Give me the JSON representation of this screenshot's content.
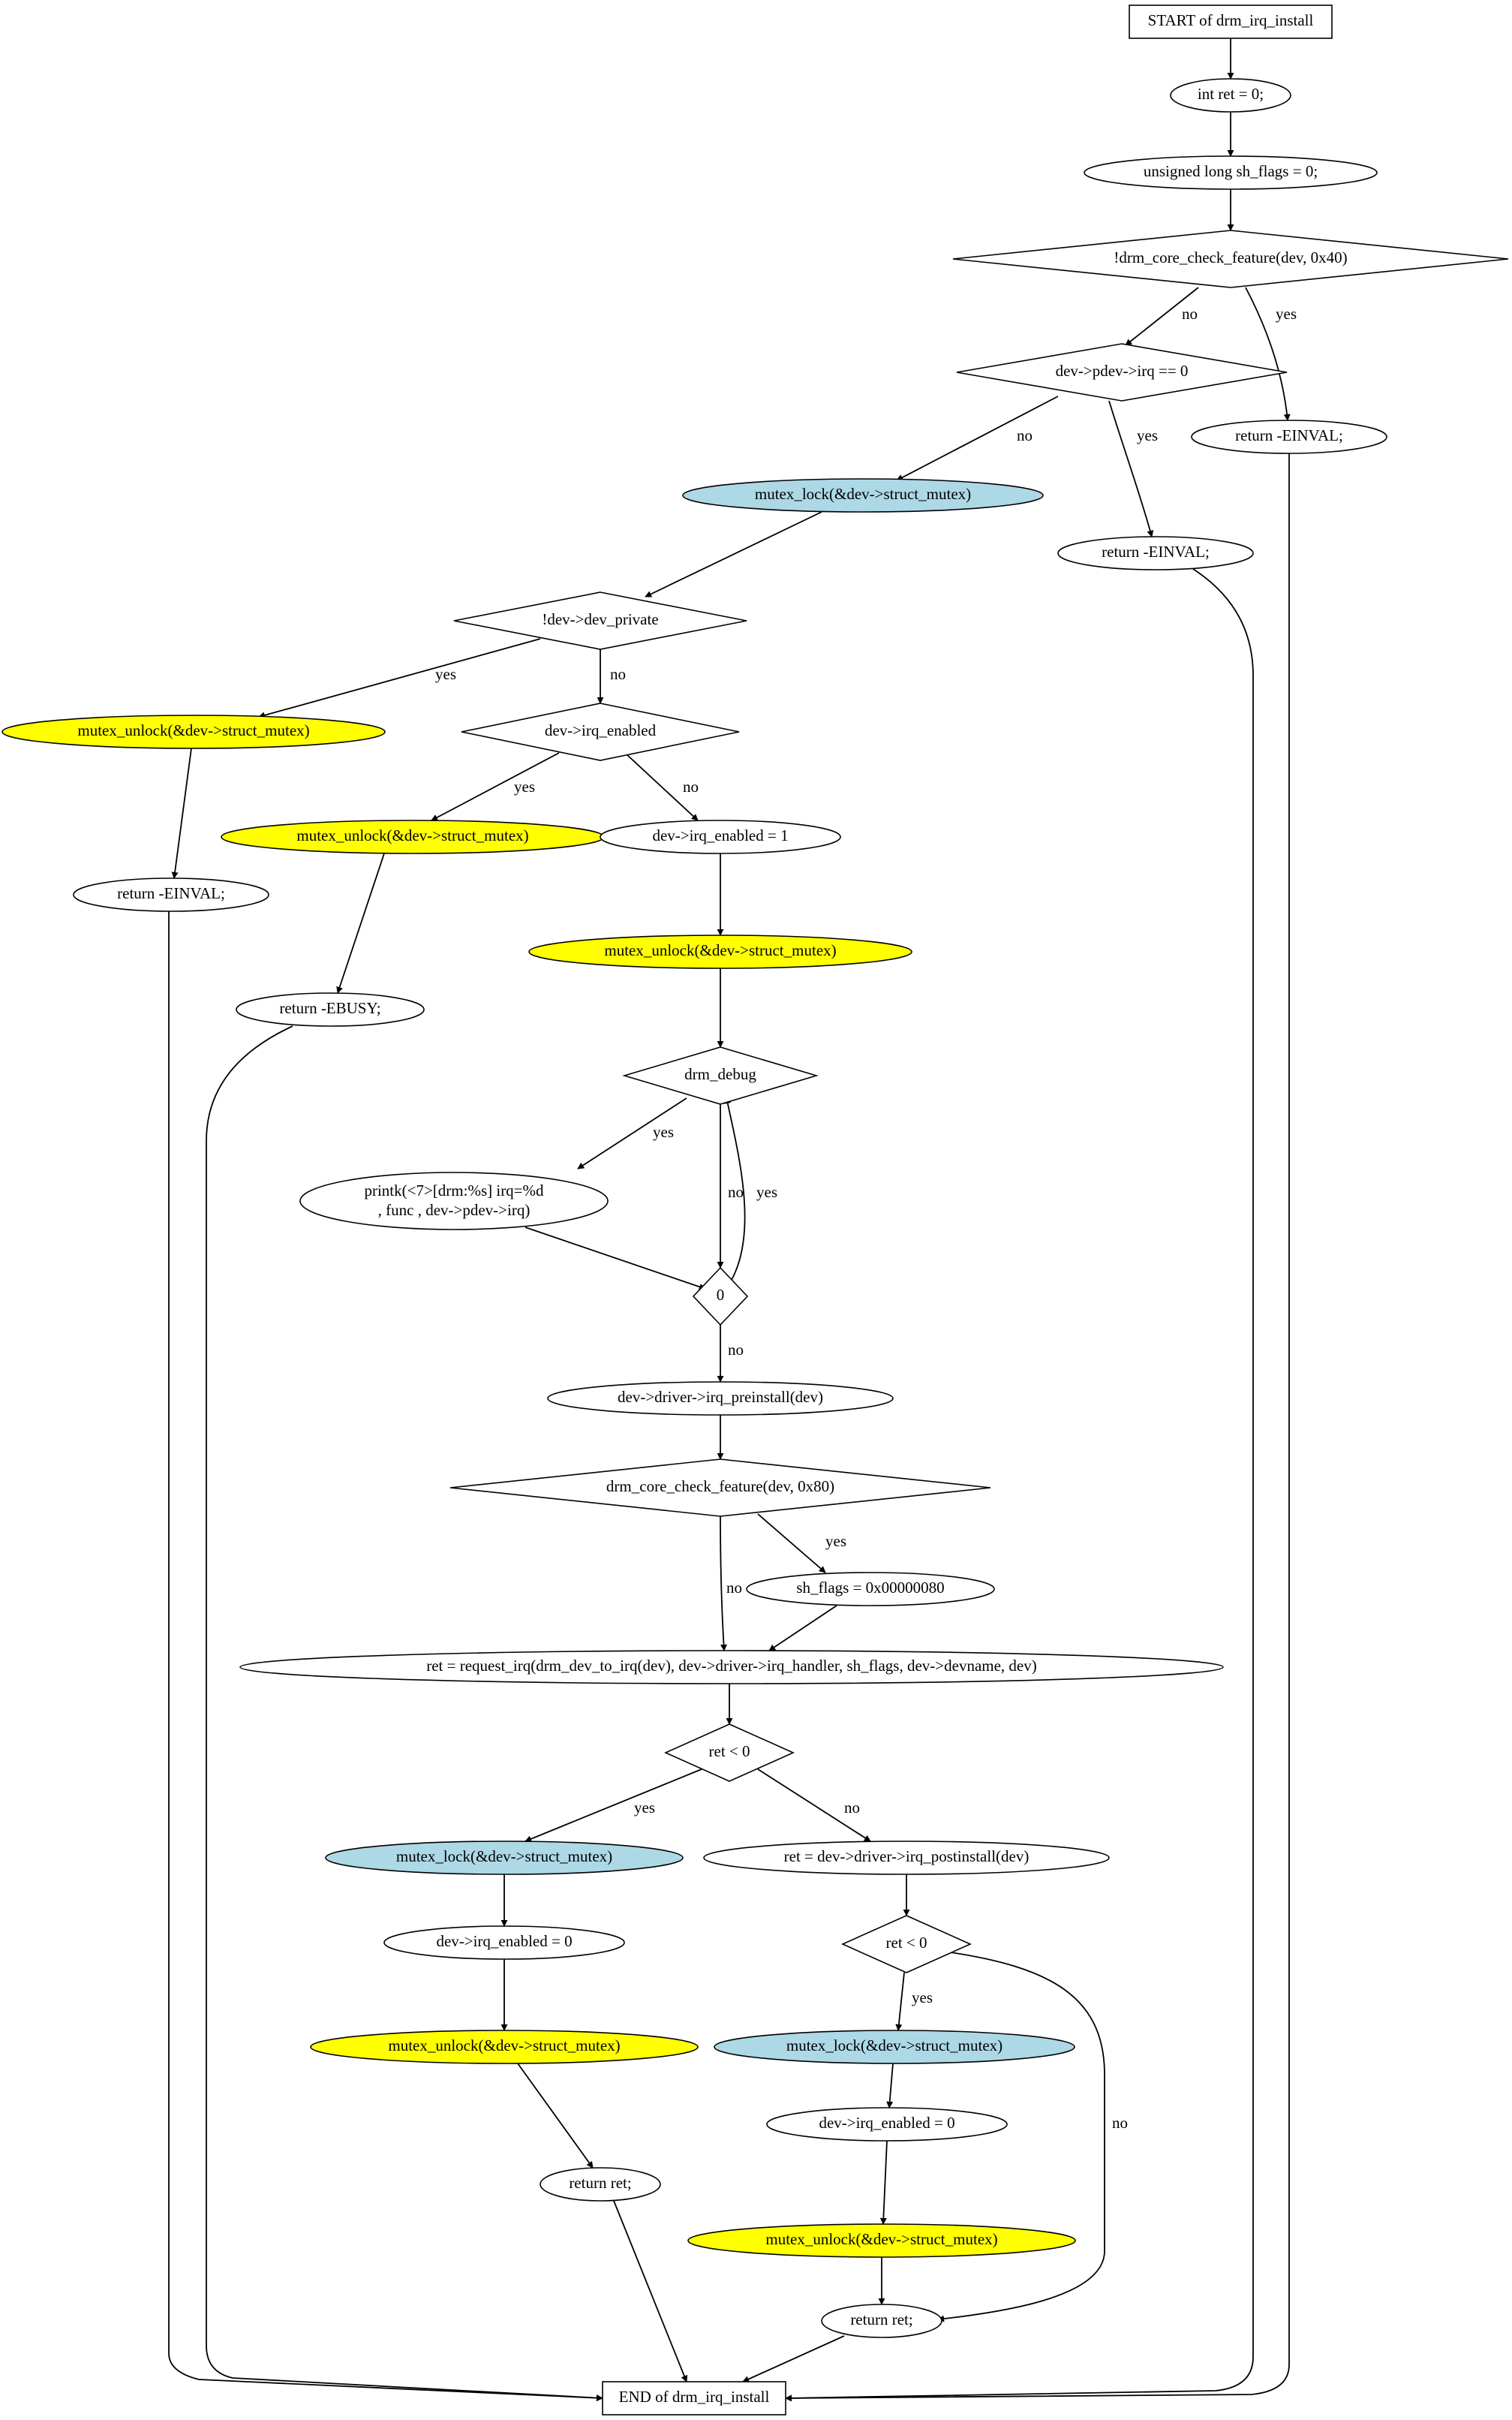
{
  "colors": {
    "lock": "#add8e6",
    "unlock": "#ffff00",
    "plain": "#ffffff",
    "line": "#000000"
  },
  "nodes": [
    {
      "id": "start",
      "shape": "box",
      "fill": "plain",
      "label": "START of drm_irq_install"
    },
    {
      "id": "ret0",
      "shape": "ellipse",
      "fill": "plain",
      "label": "int ret = 0;"
    },
    {
      "id": "shflags0",
      "shape": "ellipse",
      "fill": "plain",
      "label": "unsigned long sh_flags = 0;"
    },
    {
      "id": "chk40",
      "shape": "diamond",
      "fill": "plain",
      "label": "!drm_core_check_feature(dev, 0x40)"
    },
    {
      "id": "pdevirq",
      "shape": "diamond",
      "fill": "plain",
      "label": "dev->pdev->irq == 0"
    },
    {
      "id": "einval1",
      "shape": "ellipse",
      "fill": "plain",
      "label": "return -EINVAL;"
    },
    {
      "id": "lock1",
      "shape": "ellipse",
      "fill": "lock",
      "label": "mutex_lock(&dev->struct_mutex)"
    },
    {
      "id": "einval2",
      "shape": "ellipse",
      "fill": "plain",
      "label": "return -EINVAL;"
    },
    {
      "id": "devpriv",
      "shape": "diamond",
      "fill": "plain",
      "label": "!dev->dev_private"
    },
    {
      "id": "unlock1",
      "shape": "ellipse",
      "fill": "unlock",
      "label": "mutex_unlock(&dev->struct_mutex)"
    },
    {
      "id": "irqen",
      "shape": "diamond",
      "fill": "plain",
      "label": "dev->irq_enabled"
    },
    {
      "id": "einval3",
      "shape": "ellipse",
      "fill": "plain",
      "label": "return -EINVAL;"
    },
    {
      "id": "unlock2",
      "shape": "ellipse",
      "fill": "unlock",
      "label": "mutex_unlock(&dev->struct_mutex)"
    },
    {
      "id": "seten1",
      "shape": "ellipse",
      "fill": "plain",
      "label": "dev->irq_enabled = 1"
    },
    {
      "id": "ebusy",
      "shape": "ellipse",
      "fill": "plain",
      "label": "return -EBUSY;"
    },
    {
      "id": "unlock3",
      "shape": "ellipse",
      "fill": "unlock",
      "label": "mutex_unlock(&dev->struct_mutex)"
    },
    {
      "id": "drmdebug",
      "shape": "diamond",
      "fill": "plain",
      "label": "drm_debug"
    },
    {
      "id": "printk",
      "shape": "ellipse",
      "fill": "plain",
      "label": "printk(<7>[drm:%s] irq=%d",
      "label2": ",     func    , dev->pdev->irq)"
    },
    {
      "id": "zero",
      "shape": "diamond",
      "fill": "plain",
      "label": "0"
    },
    {
      "id": "preinst",
      "shape": "ellipse",
      "fill": "plain",
      "label": "dev->driver->irq_preinstall(dev)"
    },
    {
      "id": "chk80",
      "shape": "diamond",
      "fill": "plain",
      "label": "drm_core_check_feature(dev, 0x80)"
    },
    {
      "id": "shflags80",
      "shape": "ellipse",
      "fill": "plain",
      "label": "sh_flags = 0x00000080"
    },
    {
      "id": "reqirq",
      "shape": "ellipse",
      "fill": "plain",
      "label": "ret = request_irq(drm_dev_to_irq(dev), dev->driver->irq_handler, sh_flags, dev->devname, dev)"
    },
    {
      "id": "retlt1",
      "shape": "diamond",
      "fill": "plain",
      "label": "ret < 0"
    },
    {
      "id": "lock2",
      "shape": "ellipse",
      "fill": "lock",
      "label": "mutex_lock(&dev->struct_mutex)"
    },
    {
      "id": "postinst",
      "shape": "ellipse",
      "fill": "plain",
      "label": "ret = dev->driver->irq_postinstall(dev)"
    },
    {
      "id": "seten0a",
      "shape": "ellipse",
      "fill": "plain",
      "label": "dev->irq_enabled = 0"
    },
    {
      "id": "retlt2",
      "shape": "diamond",
      "fill": "plain",
      "label": "ret < 0"
    },
    {
      "id": "unlock4",
      "shape": "ellipse",
      "fill": "unlock",
      "label": "mutex_unlock(&dev->struct_mutex)"
    },
    {
      "id": "lock3",
      "shape": "ellipse",
      "fill": "lock",
      "label": "mutex_lock(&dev->struct_mutex)"
    },
    {
      "id": "retret1",
      "shape": "ellipse",
      "fill": "plain",
      "label": "return ret;"
    },
    {
      "id": "seten0b",
      "shape": "ellipse",
      "fill": "plain",
      "label": "dev->irq_enabled = 0"
    },
    {
      "id": "unlock5",
      "shape": "ellipse",
      "fill": "unlock",
      "label": "mutex_unlock(&dev->struct_mutex)"
    },
    {
      "id": "retret2",
      "shape": "ellipse",
      "fill": "plain",
      "label": "return ret;"
    },
    {
      "id": "end",
      "shape": "box",
      "fill": "plain",
      "label": "END of drm_irq_install"
    }
  ],
  "edges": [
    {
      "id": "e01",
      "from": "start",
      "to": "ret0",
      "label": ""
    },
    {
      "id": "e02",
      "from": "ret0",
      "to": "shflags0",
      "label": ""
    },
    {
      "id": "e03",
      "from": "shflags0",
      "to": "chk40",
      "label": ""
    },
    {
      "id": "e04",
      "from": "chk40",
      "to": "pdevirq",
      "label": "no"
    },
    {
      "id": "e05",
      "from": "chk40",
      "to": "einval1",
      "label": "yes"
    },
    {
      "id": "e06",
      "from": "pdevirq",
      "to": "lock1",
      "label": "no"
    },
    {
      "id": "e07",
      "from": "pdevirq",
      "to": "einval2",
      "label": "yes"
    },
    {
      "id": "e08",
      "from": "lock1",
      "to": "devpriv",
      "label": ""
    },
    {
      "id": "e09",
      "from": "devpriv",
      "to": "unlock1",
      "label": "yes"
    },
    {
      "id": "e10",
      "from": "devpriv",
      "to": "irqen",
      "label": "no"
    },
    {
      "id": "e11",
      "from": "unlock1",
      "to": "einval3",
      "label": ""
    },
    {
      "id": "e12",
      "from": "irqen",
      "to": "unlock2",
      "label": "yes"
    },
    {
      "id": "e13",
      "from": "irqen",
      "to": "seten1",
      "label": "no"
    },
    {
      "id": "e14",
      "from": "unlock2",
      "to": "ebusy",
      "label": ""
    },
    {
      "id": "e15",
      "from": "seten1",
      "to": "unlock3",
      "label": ""
    },
    {
      "id": "e16",
      "from": "unlock3",
      "to": "drmdebug",
      "label": ""
    },
    {
      "id": "e17",
      "from": "drmdebug",
      "to": "printk",
      "label": "yes"
    },
    {
      "id": "e18",
      "from": "drmdebug",
      "to": "zero",
      "label": "no"
    },
    {
      "id": "e19",
      "from": "printk",
      "to": "zero",
      "label": ""
    },
    {
      "id": "e20",
      "from": "zero",
      "to": "drmdebug",
      "label": "yes"
    },
    {
      "id": "e21",
      "from": "zero",
      "to": "preinst",
      "label": "no"
    },
    {
      "id": "e22",
      "from": "preinst",
      "to": "chk80",
      "label": ""
    },
    {
      "id": "e23",
      "from": "chk80",
      "to": "shflags80",
      "label": "yes"
    },
    {
      "id": "e24",
      "from": "chk80",
      "to": "reqirq",
      "label": "no"
    },
    {
      "id": "e25",
      "from": "shflags80",
      "to": "reqirq",
      "label": ""
    },
    {
      "id": "e26",
      "from": "reqirq",
      "to": "retlt1",
      "label": ""
    },
    {
      "id": "e27",
      "from": "retlt1",
      "to": "lock2",
      "label": "yes"
    },
    {
      "id": "e28",
      "from": "retlt1",
      "to": "postinst",
      "label": "no"
    },
    {
      "id": "e29",
      "from": "lock2",
      "to": "seten0a",
      "label": ""
    },
    {
      "id": "e30",
      "from": "postinst",
      "to": "retlt2",
      "label": ""
    },
    {
      "id": "e31",
      "from": "seten0a",
      "to": "unlock4",
      "label": ""
    },
    {
      "id": "e32",
      "from": "retlt2",
      "to": "lock3",
      "label": "yes"
    },
    {
      "id": "e33",
      "from": "retlt2",
      "to": "retret2",
      "label": "no"
    },
    {
      "id": "e34",
      "from": "unlock4",
      "to": "retret1",
      "label": ""
    },
    {
      "id": "e35",
      "from": "lock3",
      "to": "seten0b",
      "label": ""
    },
    {
      "id": "e36",
      "from": "seten0b",
      "to": "unlock5",
      "label": ""
    },
    {
      "id": "e37",
      "from": "unlock5",
      "to": "retret2",
      "label": ""
    },
    {
      "id": "e38",
      "from": "retret1",
      "to": "end",
      "label": ""
    },
    {
      "id": "e39",
      "from": "retret2",
      "to": "end",
      "label": ""
    },
    {
      "id": "e40",
      "from": "einval3",
      "to": "end",
      "label": ""
    },
    {
      "id": "e41",
      "from": "ebusy",
      "to": "end",
      "label": ""
    },
    {
      "id": "e42",
      "from": "einval2",
      "to": "end",
      "label": ""
    },
    {
      "id": "e43",
      "from": "einval1",
      "to": "end",
      "label": ""
    }
  ]
}
